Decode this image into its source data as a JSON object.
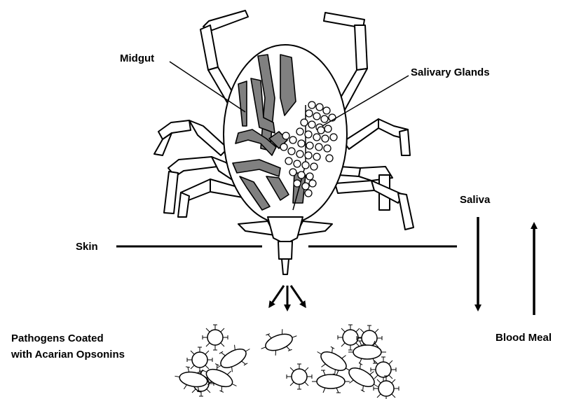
{
  "labels": {
    "midgut": "Midgut",
    "salivary_glands": "Salivary Glands",
    "skin": "Skin",
    "saliva": "Saliva",
    "blood_meal": "Blood Meal",
    "pathogens_line1": "Pathogens Coated",
    "pathogens_line2": "with Acarian Opsonins"
  },
  "colors": {
    "midgut_fill": "#808080",
    "outline": "#000000",
    "background": "#ffffff"
  }
}
